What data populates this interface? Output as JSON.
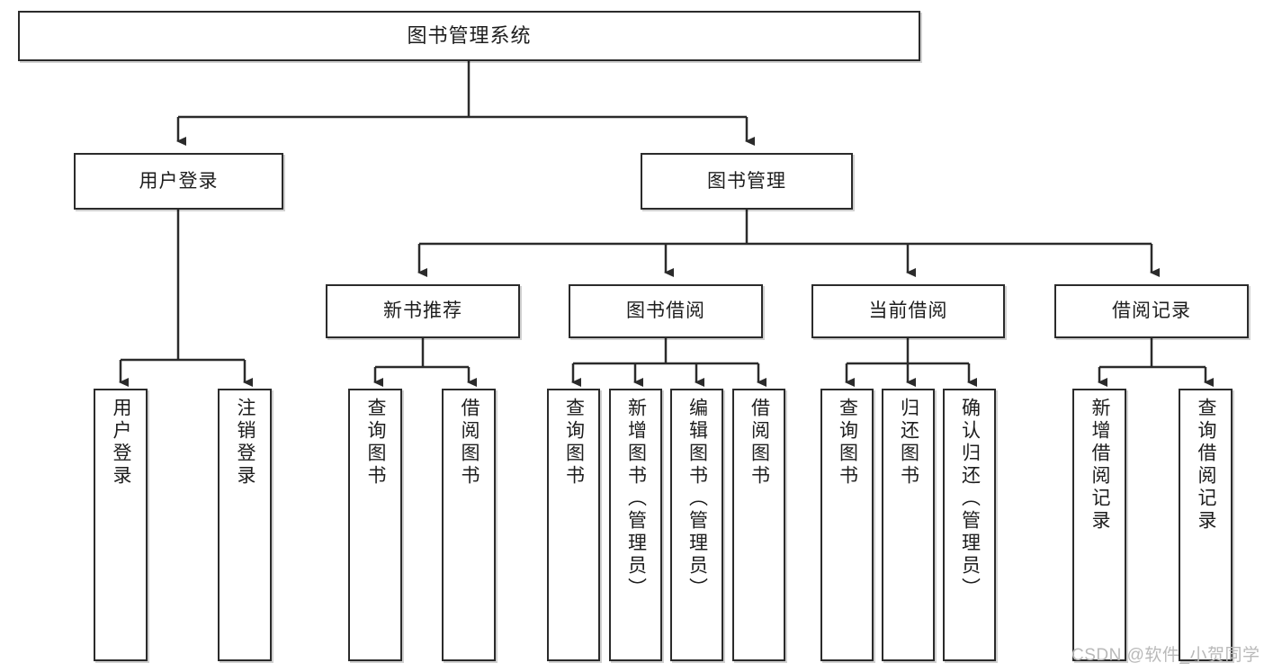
{
  "diagram": {
    "title": "图书管理系统",
    "type": "tree-hierarchy",
    "watermark": "CSDN @软件_小贺同学",
    "colors": {
      "box_border": "#2b2b2b",
      "box_fill": "#ffffff",
      "connector": "#2b2b2b",
      "text": "#1d1d1d",
      "watermark": "#b9b9b9",
      "background": "#ffffff"
    },
    "levels": {
      "root": "图书管理系统",
      "level2": [
        "用户登录",
        "图书管理"
      ],
      "level3": [
        "新书推荐",
        "图书借阅",
        "当前借阅",
        "借阅记录"
      ]
    },
    "nodes": {
      "root": {
        "label": "图书管理系统"
      },
      "user_login": {
        "label": "用户登录"
      },
      "book_manage": {
        "label": "图书管理"
      },
      "new_book_rec": {
        "label": "新书推荐"
      },
      "book_borrow": {
        "label": "图书借阅"
      },
      "current_borrow": {
        "label": "当前借阅"
      },
      "borrow_record": {
        "label": "借阅记录"
      },
      "leaf_user_login": {
        "label": "用户登录"
      },
      "leaf_user_logout": {
        "label": "注销登录"
      },
      "leaf_rec_query_book": {
        "label": "查询图书"
      },
      "leaf_rec_borrow_book": {
        "label": "借阅图书"
      },
      "leaf_borrow_query_book": {
        "label": "查询图书"
      },
      "leaf_borrow_add_book": {
        "label": "新增图书（管理员）"
      },
      "leaf_borrow_edit_book": {
        "label": "编辑图书（管理员）"
      },
      "leaf_borrow_borrow_book": {
        "label": "借阅图书"
      },
      "leaf_cur_query_book": {
        "label": "查询图书"
      },
      "leaf_cur_return_book": {
        "label": "归还图书"
      },
      "leaf_cur_confirm_return": {
        "label": "确认归还（管理员）"
      },
      "leaf_rec_add_record": {
        "label": "新增借阅记录"
      },
      "leaf_rec_query_record": {
        "label": "查询借阅记录"
      }
    },
    "edges": [
      {
        "from": "root",
        "to": "用户登录"
      },
      {
        "from": "root",
        "to": "图书管理"
      },
      {
        "from": "用户登录",
        "to": "用户登录(叶)"
      },
      {
        "from": "用户登录",
        "to": "注销登录"
      },
      {
        "from": "图书管理",
        "to": "新书推荐"
      },
      {
        "from": "图书管理",
        "to": "图书借阅"
      },
      {
        "from": "图书管理",
        "to": "当前借阅"
      },
      {
        "from": "图书管理",
        "to": "借阅记录"
      },
      {
        "from": "新书推荐",
        "to": "查询图书"
      },
      {
        "from": "新书推荐",
        "to": "借阅图书"
      },
      {
        "from": "图书借阅",
        "to": "查询图书"
      },
      {
        "from": "图书借阅",
        "to": "新增图书（管理员）"
      },
      {
        "from": "图书借阅",
        "to": "编辑图书（管理员）"
      },
      {
        "from": "图书借阅",
        "to": "借阅图书"
      },
      {
        "from": "当前借阅",
        "to": "查询图书"
      },
      {
        "from": "当前借阅",
        "to": "归还图书"
      },
      {
        "from": "当前借阅",
        "to": "确认归还（管理员）"
      },
      {
        "from": "借阅记录",
        "to": "新增借阅记录"
      },
      {
        "from": "借阅记录",
        "to": "查询借阅记录"
      }
    ]
  }
}
